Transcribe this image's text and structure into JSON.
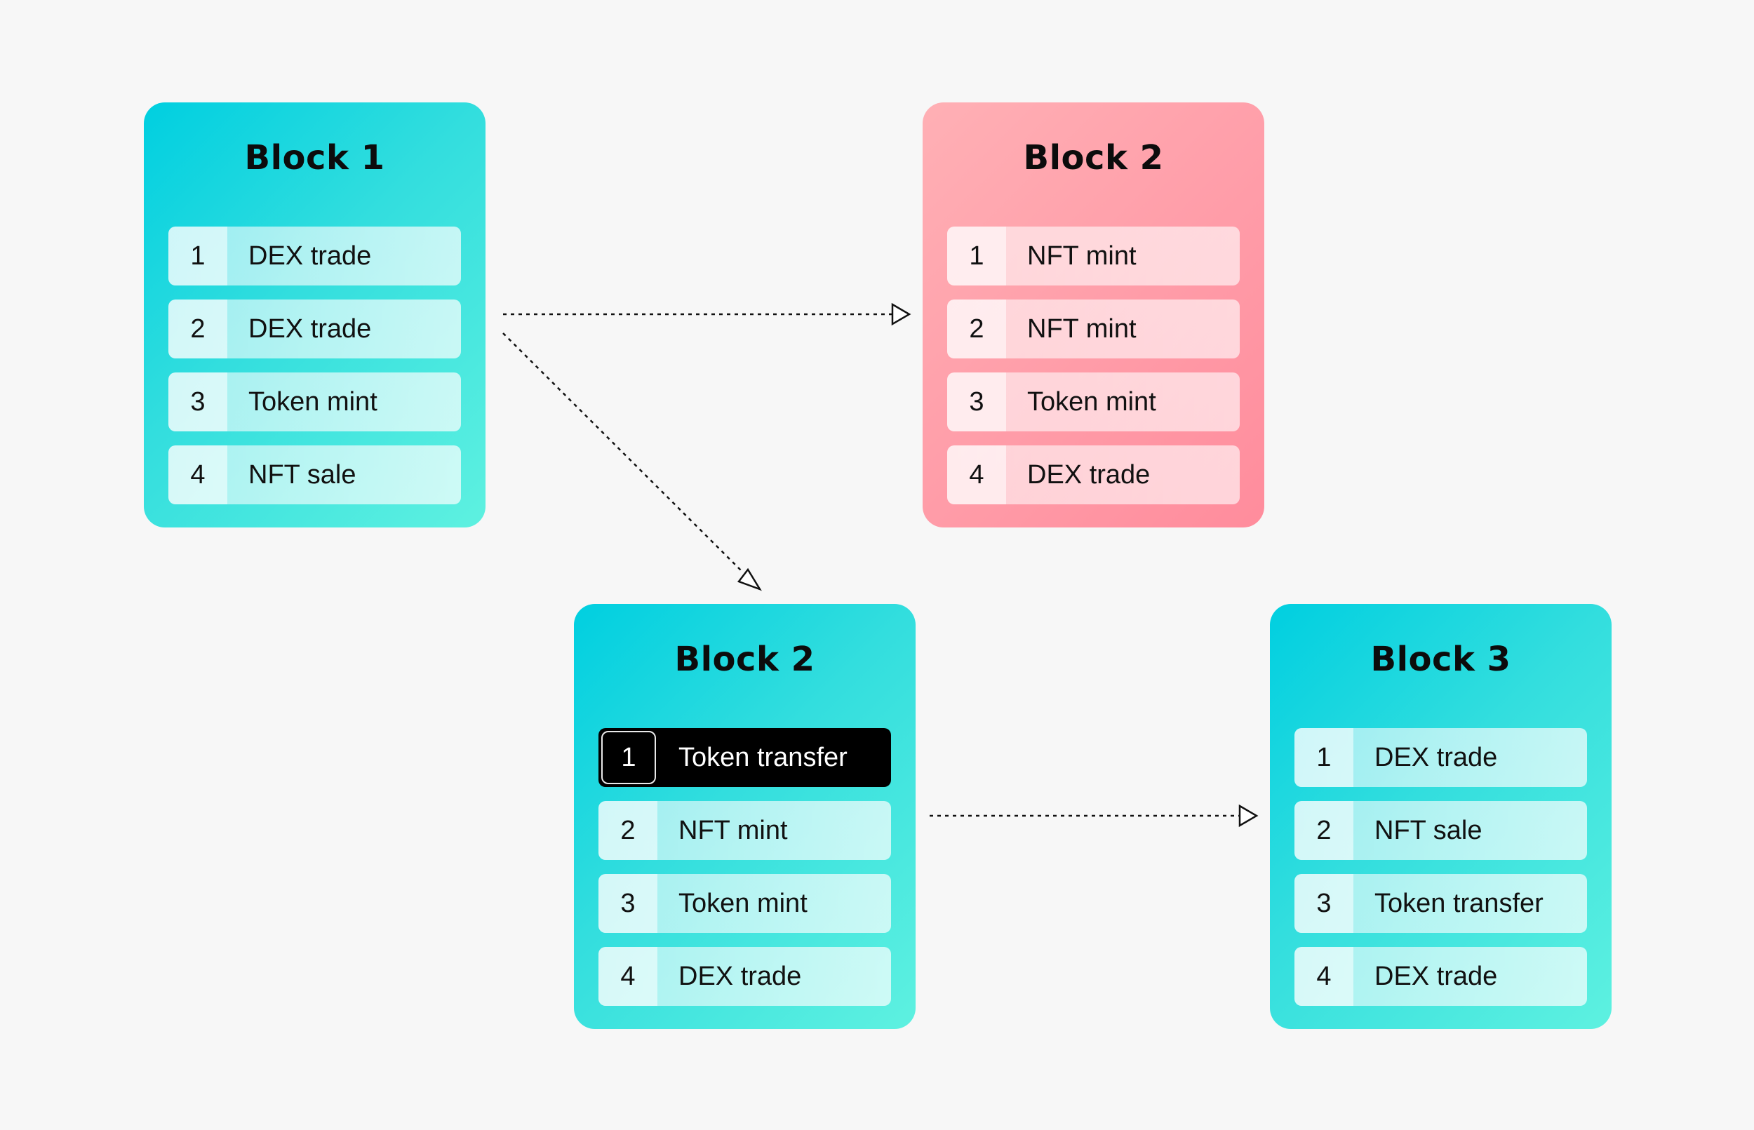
{
  "blocks": [
    {
      "title": "Block 1",
      "theme": "teal",
      "rows": [
        {
          "num": "1",
          "label": "DEX trade"
        },
        {
          "num": "2",
          "label": "DEX trade"
        },
        {
          "num": "3",
          "label": "Token mint"
        },
        {
          "num": "4",
          "label": "NFT sale"
        }
      ]
    },
    {
      "title": "Block 2",
      "theme": "pink",
      "rows": [
        {
          "num": "1",
          "label": "NFT mint"
        },
        {
          "num": "2",
          "label": "NFT mint"
        },
        {
          "num": "3",
          "label": "Token mint"
        },
        {
          "num": "4",
          "label": "DEX trade"
        }
      ]
    },
    {
      "title": "Block 2",
      "theme": "teal",
      "rows": [
        {
          "num": "1",
          "label": "Token transfer",
          "selected": true
        },
        {
          "num": "2",
          "label": "NFT mint"
        },
        {
          "num": "3",
          "label": "Token mint"
        },
        {
          "num": "4",
          "label": "DEX trade"
        }
      ]
    },
    {
      "title": "Block 3",
      "theme": "teal",
      "rows": [
        {
          "num": "1",
          "label": "DEX trade"
        },
        {
          "num": "2",
          "label": "NFT sale"
        },
        {
          "num": "3",
          "label": "Token transfer"
        },
        {
          "num": "4",
          "label": "DEX trade"
        }
      ]
    }
  ],
  "colors": {
    "background": "#f7f7f7",
    "teal_start": "#00cfe0",
    "teal_end": "#5ef1e0",
    "pink_start": "#ffb0b5",
    "pink_end": "#ff8c9c",
    "selected_row": "#000000",
    "arrow": "#111111"
  }
}
